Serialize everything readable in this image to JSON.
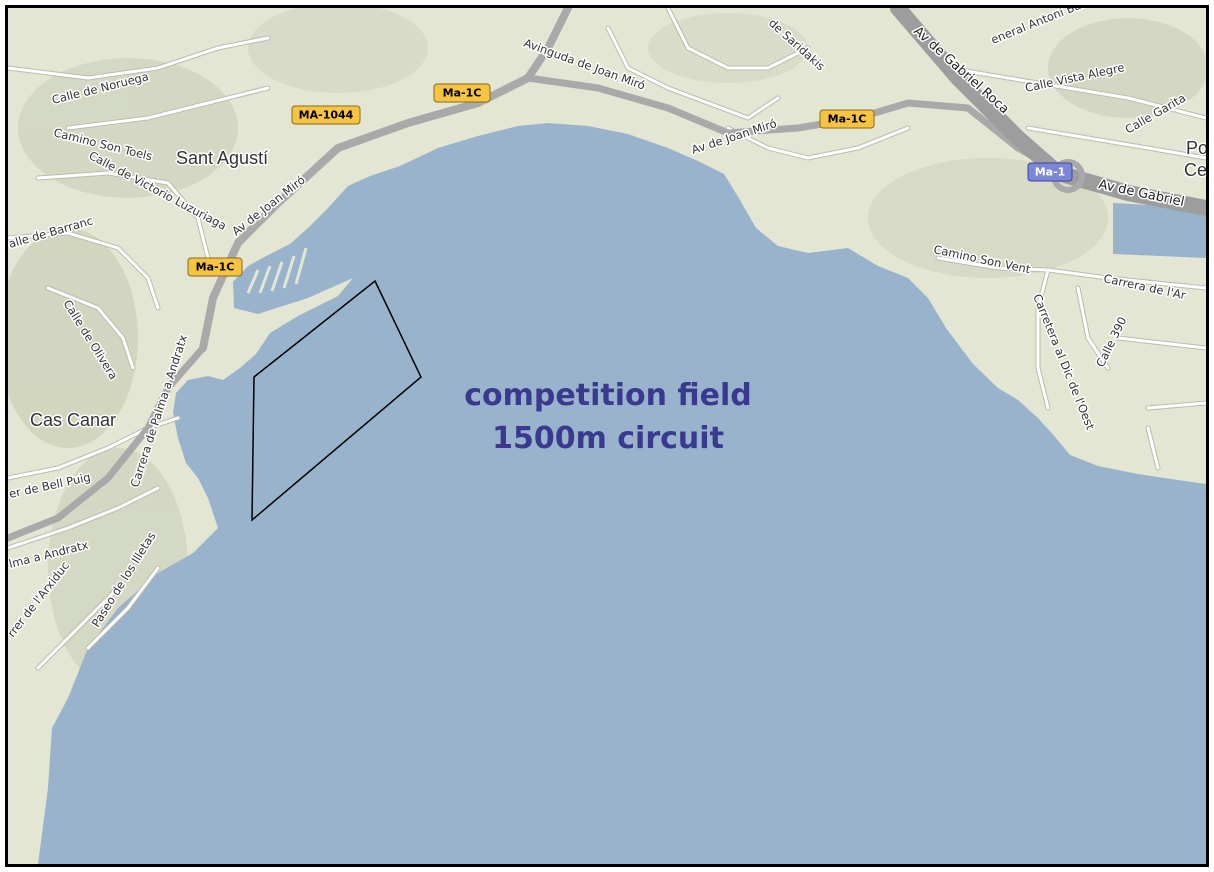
{
  "colors": {
    "water": "#99b3cc",
    "land": "#e3e6d3",
    "road": "#ffffff",
    "highway": "#a9a9a9",
    "shield_yellow": "#f6c343",
    "shield_blue": "#7b86d8",
    "annotation": "#39398f",
    "circuit_outline": "#000000"
  },
  "places": {
    "sant_agusti": "Sant Agustí",
    "cas_canar": "Cas Canar",
    "po_ce_1": "Po",
    "po_ce_2": "Ce"
  },
  "streets": {
    "calle_noruega": "Calle de Noruega",
    "camino_son_toels": "Camino Son Toels",
    "calle_victorio_luzuriaga": "Calle de Victorio Luzuriaga",
    "calle_barranc": "alle de Barranc",
    "calle_olivera": "Calle de Olivera",
    "carrera_palma_andratx": "Carrera de Palma a Andratx",
    "palma_a_andratx_left": "lma a Andratx",
    "carrer_bell_puig": "er de Bell Puig",
    "carrer_arxiduc": "rrer de l'Arxiduc",
    "paseo_illetas": "Paseo de los Illetas",
    "av_joan_miro_1": "Av de Joan Miró",
    "avinguda_joan_miro": "Avinguda de Joan Miró",
    "av_joan_miro_2": "Av de Joan Miró",
    "de_saridakis": "de Saridakis",
    "av_gabriel_roca": "Av de Gabriel Roca",
    "general_antoni_barcelo": "eneral Antoni Barceló",
    "calle_vista_alegre": "Calle Vista Alegre",
    "calle_garita": "Calle Garita",
    "av_gabriel_right": "Av de Gabriel",
    "camino_son_vent": "Camino Son Vent",
    "carrera_de_larta": "Carrera de l'Ar",
    "carretera_dic_oest": "Carretera al Dic de l'Oest",
    "calle_390": "Calle 390"
  },
  "shields": {
    "ma1044": "MA-1044",
    "ma1c_top": "Ma-1C",
    "ma1c_right": "Ma-1C",
    "ma1c_left": "Ma-1C",
    "ma1": "Ma-1"
  },
  "annotation": {
    "line1": "competition field",
    "line2": "1500m circuit"
  }
}
